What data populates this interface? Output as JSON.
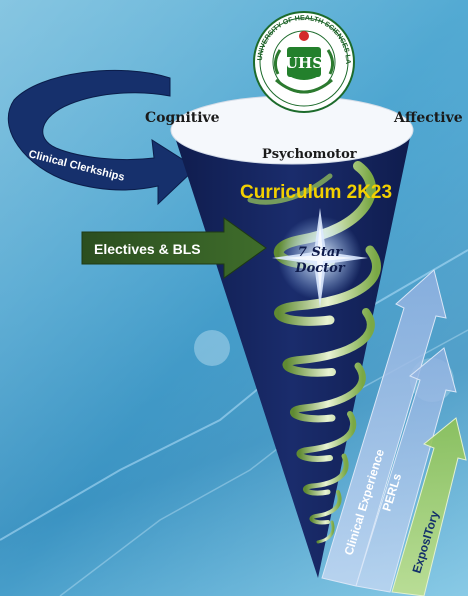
{
  "logo": {
    "name": "UHS",
    "text_ring": "UNIVERSITY OF HEALTH SCIENCES LAHORE",
    "emblem_text": "UHS"
  },
  "domains": {
    "cognitive": "Cognitive",
    "affective": "Affective",
    "psychomotor": "Psychomotor"
  },
  "curriculum_title": "Curriculum 2K23",
  "star_text": {
    "line1": "7 Star",
    "line2": "Doctor"
  },
  "arrows": {
    "clinical_clerkships": "Clinical Clerkships",
    "electives": "Electives & BLS"
  },
  "vertical_arrows": [
    {
      "label": "Clinical Experience"
    },
    {
      "label": "PERLs"
    },
    {
      "label": "ExposITory"
    }
  ],
  "colors": {
    "cone_navy": "#16255e",
    "cone_top": "#f4f7fb",
    "curriculum_text": "#f2d000",
    "clerkships_arrow": "#17306e",
    "electives_arrow": "#335a25",
    "exposure_arrow": "#9ccf63",
    "perls_arrow": "#8fb2e0",
    "clinical_arrow": "#aac7ee"
  }
}
